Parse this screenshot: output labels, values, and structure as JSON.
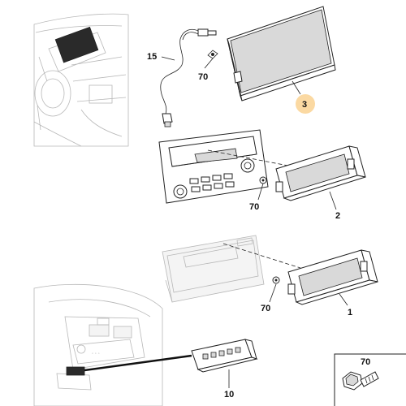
{
  "callouts": {
    "c15": "15",
    "c70_top": "70",
    "c3": "3",
    "c70_mid": "70",
    "c2": "2",
    "c70_low": "70",
    "c1": "1",
    "c10": "10",
    "c70_inset": "70"
  },
  "highlight_color": "#fbd9a2"
}
